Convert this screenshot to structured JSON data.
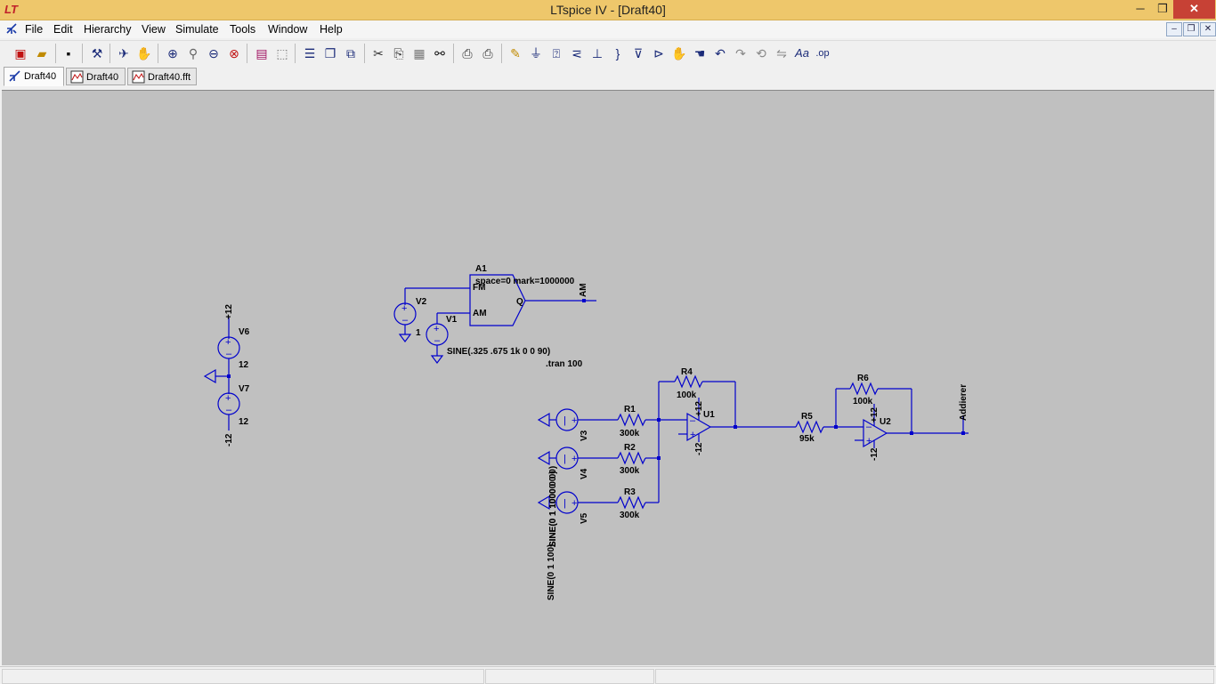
{
  "window": {
    "app_logo": "LT",
    "title": "LTspice IV - [Draft40]",
    "min": "─",
    "max": "❐",
    "close": "✕"
  },
  "menu": [
    "File",
    "Edit",
    "Hierarchy",
    "View",
    "Simulate",
    "Tools",
    "Window",
    "Help"
  ],
  "mdi_controls": {
    "min": "–",
    "restore": "❐",
    "close": "✕"
  },
  "tabs": [
    {
      "label": "Draft40",
      "icon": "schematic-icon",
      "active": true
    },
    {
      "label": "Draft40",
      "icon": "waveform-icon",
      "active": false
    },
    {
      "label": "Draft40.fft",
      "icon": "waveform-icon",
      "active": false
    }
  ],
  "toolbar_icons": [
    "new-schematic-icon",
    "open-icon",
    "save-icon",
    "control-panel-icon",
    "run-icon",
    "halt-icon",
    "zoom-in-icon",
    "pan-icon",
    "zoom-out-icon",
    "zoom-fit-icon",
    "autorange-icon",
    "unzoom-icon",
    "tile-horizontal-icon",
    "cascade-icon",
    "tile-vertical-icon",
    "cut-icon",
    "copy-icon",
    "paste-icon",
    "find-icon",
    "print-preview-icon",
    "print-icon",
    "wire-icon",
    "ground-icon",
    "label-net-icon",
    "resistor-icon",
    "capacitor-icon",
    "inductor-icon",
    "diode-icon",
    "component-icon",
    "move-icon",
    "drag-icon",
    "undo-icon",
    "redo-icon",
    "rotate-icon",
    "mirror-icon",
    "text-icon",
    "spice-directive-icon"
  ],
  "schematic": {
    "colors": {
      "wire": "#0000cc",
      "background": "#c0c0c0",
      "text": "#000000"
    },
    "labels": {
      "v6_net": "+12",
      "v6_name": "V6",
      "v6_value": "12",
      "v7_name": "V7",
      "v7_value": "12",
      "v7_net": "-12",
      "a1_name": "A1",
      "a1_params": "space=0 mark=1000000",
      "a1_fm": "FM",
      "a1_am_pin": "AM",
      "a1_q": "Q",
      "am_net": "AM",
      "v2_name": "V2",
      "v2_value": "1",
      "v1_name": "V1",
      "v1_value": "SINE(.325 .675 1k 0 0 90)",
      "tran": ".tran 100",
      "r4_name": "R4",
      "r4_value": "100k",
      "u1_name": "U1",
      "u1_pos": "+12",
      "u1_neg": "-12",
      "r1_name": "R1",
      "r1_value": "300k",
      "r2_name": "R2",
      "r2_value": "300k",
      "r3_name": "R3",
      "r3_value": "300k",
      "r5_name": "R5",
      "r5_value": "95k",
      "r6_name": "R6",
      "r6_value": "100k",
      "u2_name": "U2",
      "u2_pos": "+12",
      "u2_neg": "-12",
      "addierer": "Addierer",
      "v3_name": "V3",
      "v4_name": "V4",
      "v5_name": "V5",
      "v3_value": "SINE(0 1 100)",
      "v4_value": "SINE(0 1 1000 0 0)",
      "v5_value": "SINE(0 1 10000 0 0)"
    }
  },
  "status": {
    "left": "",
    "middle": "",
    "right": ""
  }
}
